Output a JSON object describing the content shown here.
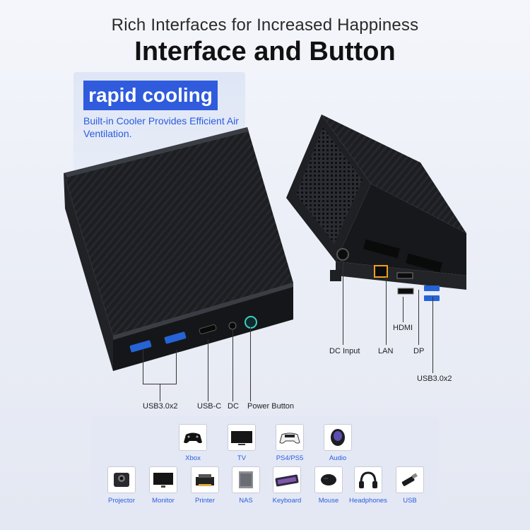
{
  "header": {
    "subtitle": "Rich Interfaces for Increased Happiness",
    "title": "Interface and Button"
  },
  "cooling": {
    "badge": "rapid cooling",
    "description": "Built-in Cooler  Provides Efficient Air Ventilation."
  },
  "front_ports": {
    "usb": "USB3.0x2",
    "usbc": "USB-C",
    "dc": "DC",
    "power": "Power Button"
  },
  "rear_ports": {
    "dc_input": "DC Input",
    "lan": "LAN",
    "hdmi": "HDMI",
    "dp": "DP",
    "usb": "USB3.0x2"
  },
  "devices_row1": [
    "Xbox",
    "TV",
    "PS4/PS5",
    "Audio"
  ],
  "devices_row2": [
    "Projector",
    "Monitor",
    "Printer",
    "NAS",
    "Keyboard",
    "Mouse",
    "Headphones",
    "USB"
  ],
  "colors": {
    "accent": "#2f5bdc",
    "device_label": "#2a5be0"
  }
}
